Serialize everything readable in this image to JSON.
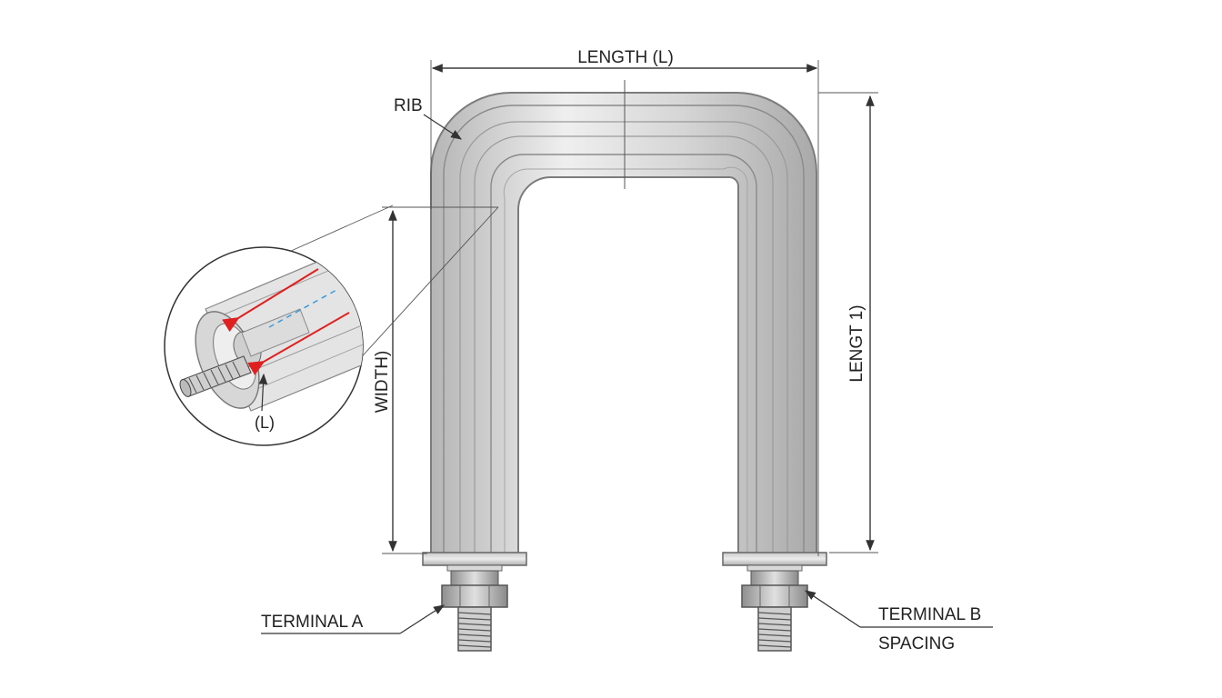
{
  "labels": {
    "length_top": "LENGTH (L)",
    "rib": "RIB",
    "width": "WIDTH)",
    "length_side": "LENGT 1)",
    "detail_l": "(L)",
    "terminal_a": "TERMINAL A",
    "terminal_b": "TERMINAL B",
    "spacing": "SPACING"
  },
  "colors": {
    "tube_edge": "#7c7c7c",
    "tube_light": "#e9e9e9",
    "tube_mid": "#c4c4c4",
    "rib_line": "#8a8a8a",
    "flow_red": "#e02020",
    "flow_blue": "#3a9be0",
    "dimension": "#333333"
  },
  "icons": {
    "terminal": "threaded-terminal-icon",
    "nut": "hex-nut-icon",
    "flow_arrow": "arrow-icon"
  }
}
